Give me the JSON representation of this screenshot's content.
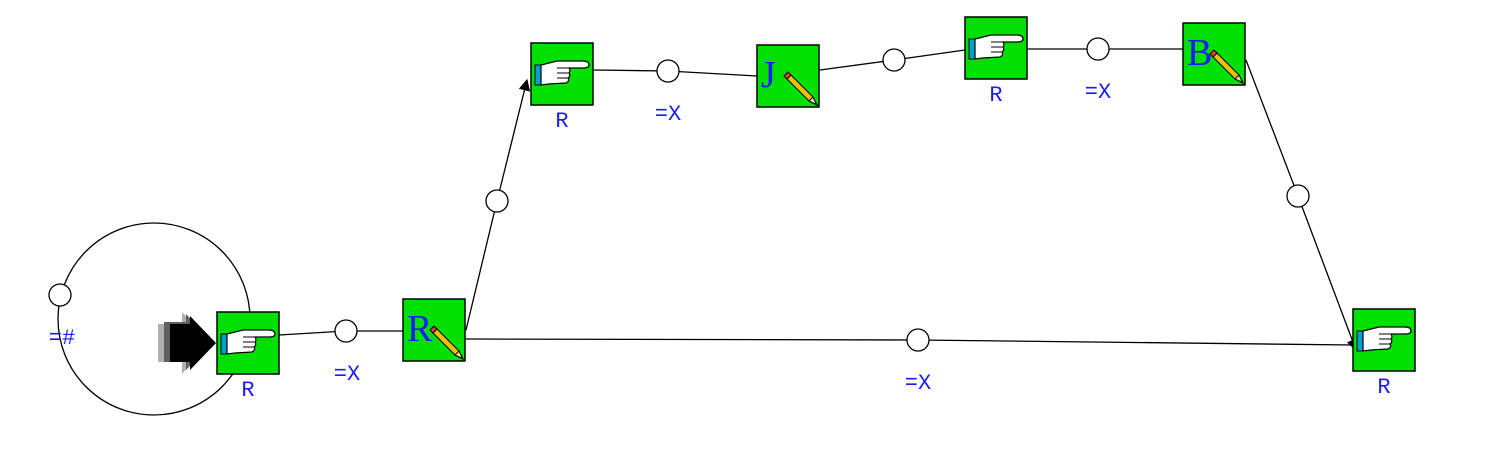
{
  "colors": {
    "node_fill": "#00e000",
    "label": "#1a1aff",
    "line": "#000000",
    "background": "#ffffff"
  },
  "nodes": [
    {
      "id": "n0",
      "kind": "hand",
      "caption": "R",
      "letter": ""
    },
    {
      "id": "n1",
      "kind": "pencil",
      "caption": "",
      "letter": "R"
    },
    {
      "id": "n2",
      "kind": "hand",
      "caption": "R",
      "letter": ""
    },
    {
      "id": "n3",
      "kind": "pencil",
      "caption": "",
      "letter": "J"
    },
    {
      "id": "n4",
      "kind": "hand",
      "caption": "R",
      "letter": ""
    },
    {
      "id": "n5",
      "kind": "pencil",
      "caption": "",
      "letter": "B"
    },
    {
      "id": "n6",
      "kind": "hand",
      "caption": "R",
      "letter": ""
    }
  ],
  "edges": [
    {
      "from": "n0",
      "to": "n0",
      "label": "=#",
      "loop": true
    },
    {
      "from": "n0",
      "to": "n1",
      "label": "=X"
    },
    {
      "from": "n1",
      "to": "n2",
      "label": ""
    },
    {
      "from": "n2",
      "to": "n3",
      "label": "=X"
    },
    {
      "from": "n3",
      "to": "n4",
      "label": ""
    },
    {
      "from": "n4",
      "to": "n5",
      "label": "=X"
    },
    {
      "from": "n5",
      "to": "n6",
      "label": ""
    },
    {
      "from": "n1",
      "to": "n6",
      "label": "=X"
    }
  ],
  "start_icon": "start-arrow-icon"
}
